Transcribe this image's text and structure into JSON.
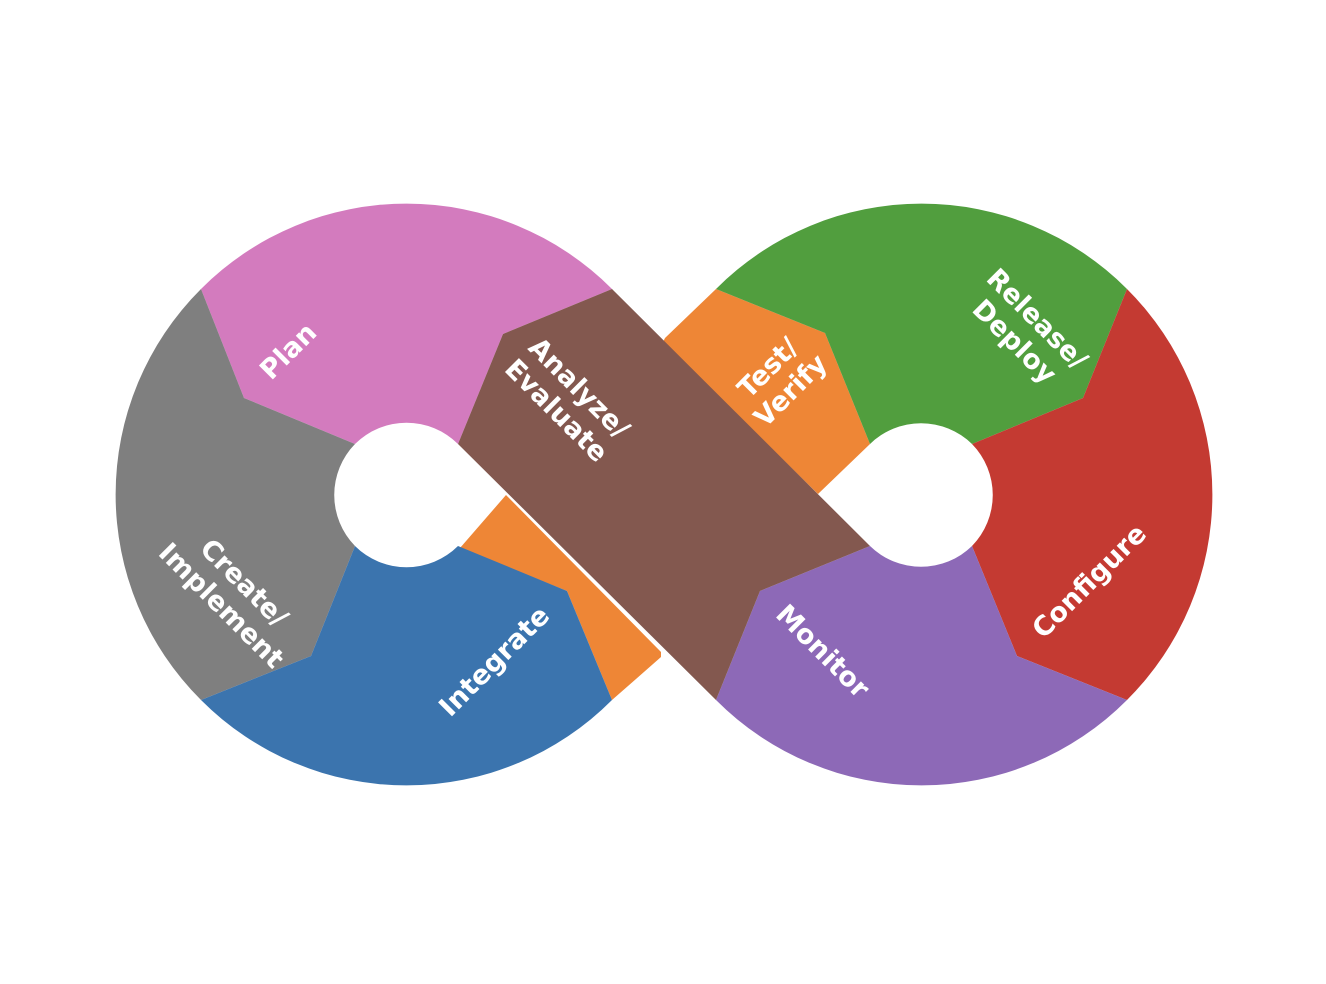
{
  "diagram": {
    "type": "devops-infinity-loop",
    "segments": [
      {
        "id": "plan",
        "lines": [
          "Plan"
        ],
        "color": "#D37BBE"
      },
      {
        "id": "create-implement",
        "lines": [
          "Create/",
          "Implement"
        ],
        "color": "#7F7F7F"
      },
      {
        "id": "integrate",
        "lines": [
          "Integrate"
        ],
        "color": "#3B74AE"
      },
      {
        "id": "test-verify",
        "lines": [
          "Test/",
          "Verify"
        ],
        "color": "#EE8636"
      },
      {
        "id": "release-deploy",
        "lines": [
          "Release/",
          "Deploy"
        ],
        "color": "#519E3E"
      },
      {
        "id": "configure",
        "lines": [
          "Configure"
        ],
        "color": "#C43A32"
      },
      {
        "id": "monitor",
        "lines": [
          "Monitor"
        ],
        "color": "#8D69B7"
      },
      {
        "id": "analyze-evaluate",
        "lines": [
          "Analyze/",
          "Evaluate"
        ],
        "color": "#83584F"
      }
    ]
  }
}
